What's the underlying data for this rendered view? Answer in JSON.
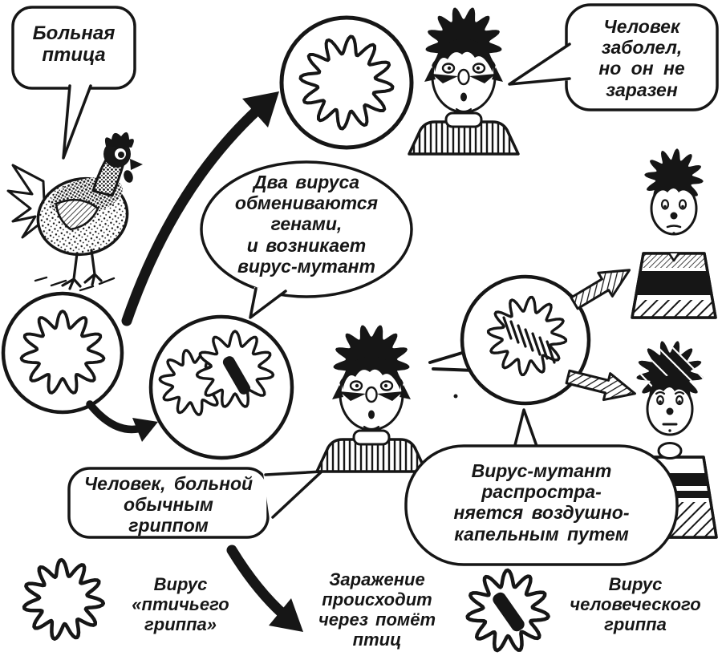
{
  "colors": {
    "ink": "#161616",
    "paper": "#ffffff"
  },
  "bubbles": {
    "sick_bird": {
      "lines": [
        "Больная",
        "птица"
      ]
    },
    "not_contagious": {
      "lines": [
        "Человек",
        "заболел,",
        "но он не",
        "заразен"
      ]
    },
    "gene_exchange": {
      "lines": [
        "Два вируса",
        "обмениваются",
        "генами,",
        "и возникает",
        "вирус-мутант"
      ]
    },
    "common_flu": {
      "lines": [
        "Человек, больной",
        "обычным",
        "гриппом"
      ]
    },
    "mutant_spread": {
      "lines": [
        "Вирус-мутант",
        "распростра-",
        "няется воздушно-",
        "капельным путем"
      ]
    }
  },
  "legend": {
    "bird_virus": {
      "lines": [
        "Вирус",
        "«птичьего",
        "гриппа»"
      ]
    },
    "infection_route": {
      "lines": [
        "Заражение",
        "происходит",
        "через помёт",
        "птиц"
      ]
    },
    "human_virus": {
      "lines": [
        "Вирус",
        "человеческого",
        "гриппа"
      ]
    }
  },
  "icons": {
    "bird_flu_virus": "wavy-ring",
    "human_flu_virus": "wavy-ring-with-dark-bar",
    "mutant_virus": "wavy-ring-with-hatched-bar",
    "infection_flow": "thick-curved-arrow",
    "airborne_spread": "hatched-outline-arrow"
  }
}
